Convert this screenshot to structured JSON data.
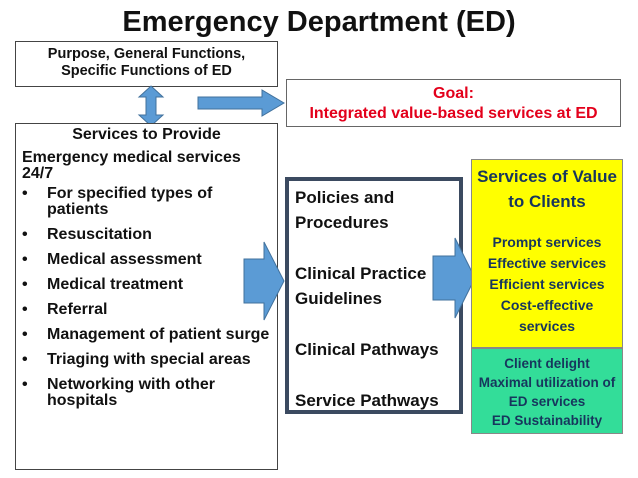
{
  "title": "Emergency Department (ED)",
  "purpose": {
    "line1": "Purpose, General Functions,",
    "line2": "Specific Functions of ED"
  },
  "goal": {
    "label": "Goal:",
    "text": "Integrated value-based services at ED"
  },
  "services": {
    "heading": "Services to Provide",
    "intro": "Emergency medical services 24/7",
    "items": [
      "For specified types of patients",
      "Resuscitation",
      "Medical assessment",
      "Medical treatment",
      "Referral",
      "Management of patient surge",
      "Triaging with special areas",
      "Networking with other hospitals"
    ]
  },
  "policies": {
    "items": [
      "Policies and Procedures",
      "Clinical Practice Guidelines",
      "Clinical Pathways",
      "Service Pathways"
    ]
  },
  "value": {
    "heading": "Services of Value to Clients",
    "items": [
      "Prompt services",
      "Effective services",
      "Efficient services",
      "Cost-effective services"
    ]
  },
  "outcomes": {
    "items": [
      "Client delight",
      "Maximal utilization of ED services",
      "ED Sustainability"
    ]
  },
  "colors": {
    "arrow_fill": "#5b9bd5",
    "arrow_stroke": "#41719c",
    "goal_text": "#e3001b",
    "value_bg": "#ffff00",
    "outcome_bg": "#33dd99",
    "policy_border": "#3b4a60",
    "value_text": "#17365d"
  }
}
